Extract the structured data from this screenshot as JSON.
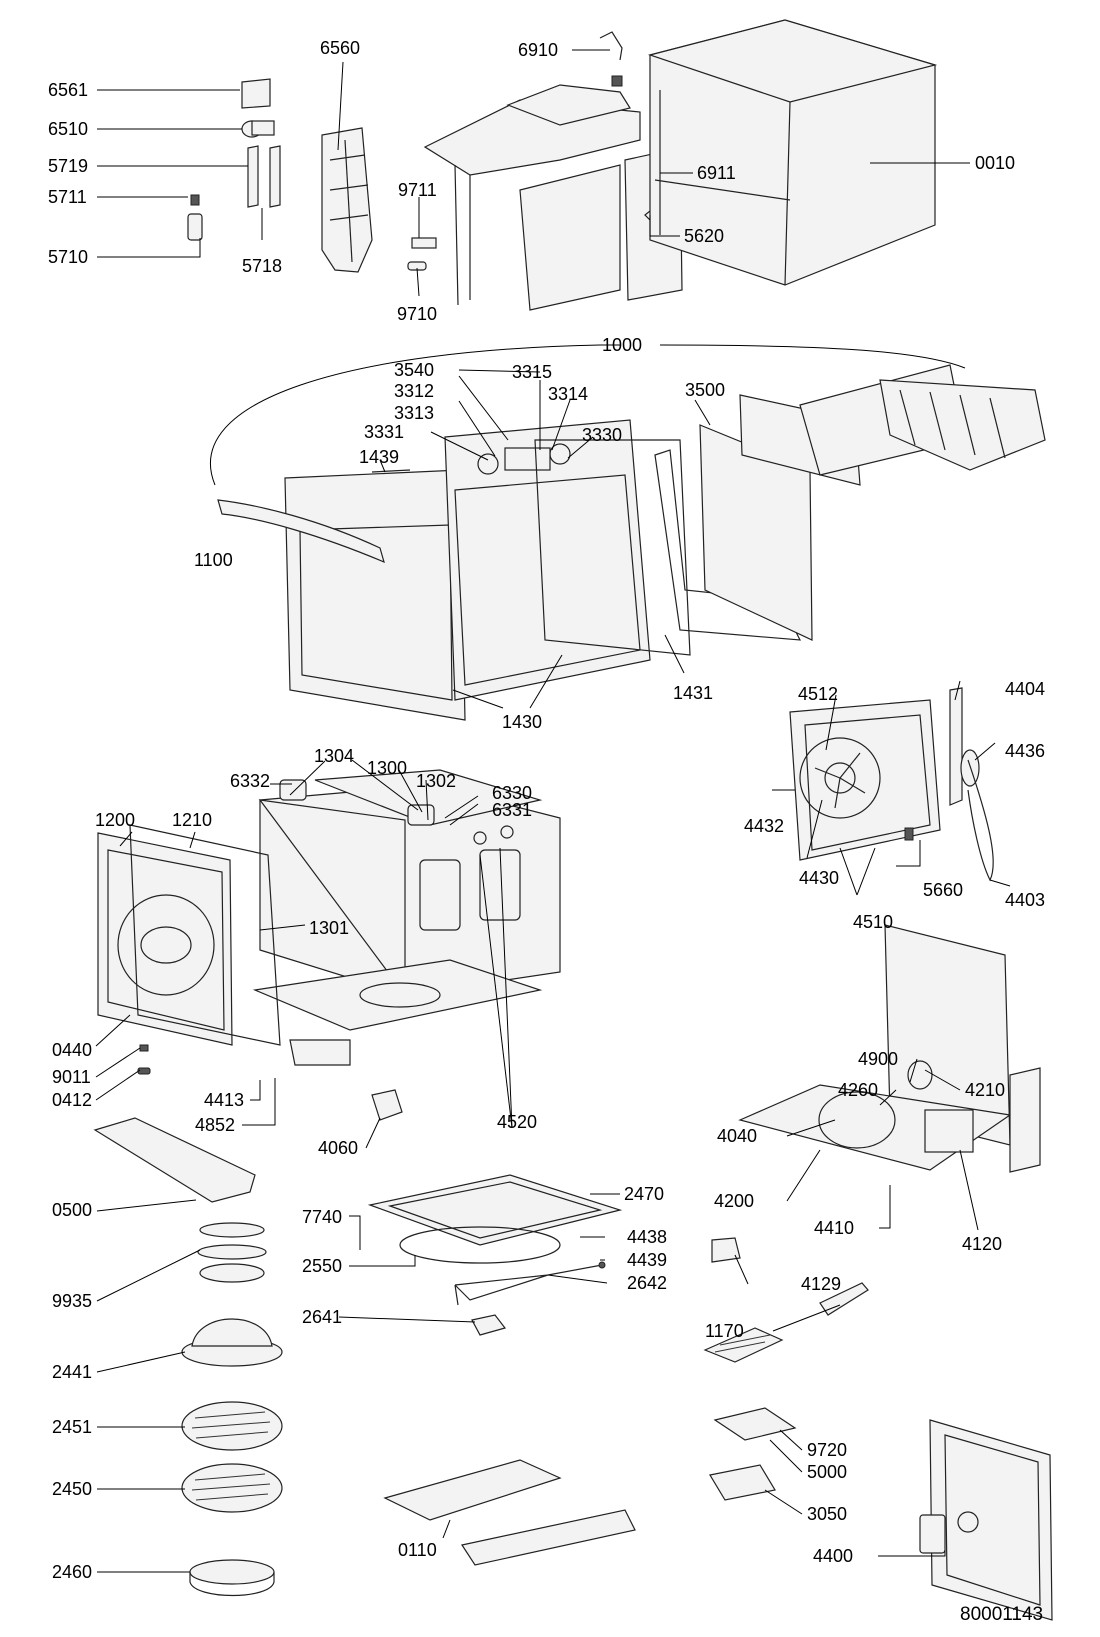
{
  "title_code": "80001143",
  "labels": {
    "p6561": "6561",
    "p6510": "6510",
    "p5719": "5719",
    "p5711": "5711",
    "p5710": "5710",
    "p5718": "5718",
    "p6560": "6560",
    "p9711": "9711",
    "p9710": "9710",
    "p6910": "6910",
    "p6911": "6911",
    "p5620": "5620",
    "p0010": "0010",
    "p1000": "1000",
    "p3540": "3540",
    "p3312": "3312",
    "p3313": "3313",
    "p3315": "3315",
    "p3314": "3314",
    "p3331": "3331",
    "p3330": "3330",
    "p1439": "1439",
    "p3500": "3500",
    "p1100": "1100",
    "p1430": "1430",
    "p1431": "1431",
    "p4512": "4512",
    "p4404": "4404",
    "p4436": "4436",
    "p4432": "4432",
    "p4430": "4430",
    "p5660": "5660",
    "p4510": "4510",
    "p4403": "4403",
    "p6332": "6332",
    "p1304": "1304",
    "p1300": "1300",
    "p1302": "1302",
    "p6330": "6330",
    "p6331": "6331",
    "p1200": "1200",
    "p1210": "1210",
    "p1301": "1301",
    "p0440": "0440",
    "p9011": "9011",
    "p0412": "0412",
    "p4413": "4413",
    "p4852": "4852",
    "p4520": "4520",
    "p4060": "4060",
    "p0500": "0500",
    "p2470": "2470",
    "p7740": "7740",
    "p4438": "4438",
    "p2550": "2550",
    "p4439": "4439",
    "p2642": "2642",
    "p2641": "2641",
    "p9935": "9935",
    "p2441": "2441",
    "p2451": "2451",
    "p2450": "2450",
    "p2460": "2460",
    "p0110": "0110",
    "p4900": "4900",
    "p4260": "4260",
    "p4210": "4210",
    "p4040": "4040",
    "p4200": "4200",
    "p4410": "4410",
    "p4120": "4120",
    "p4129": "4129",
    "p1170": "1170",
    "p9720": "9720",
    "p5000": "5000",
    "p3050": "3050",
    "p4400": "4400"
  }
}
